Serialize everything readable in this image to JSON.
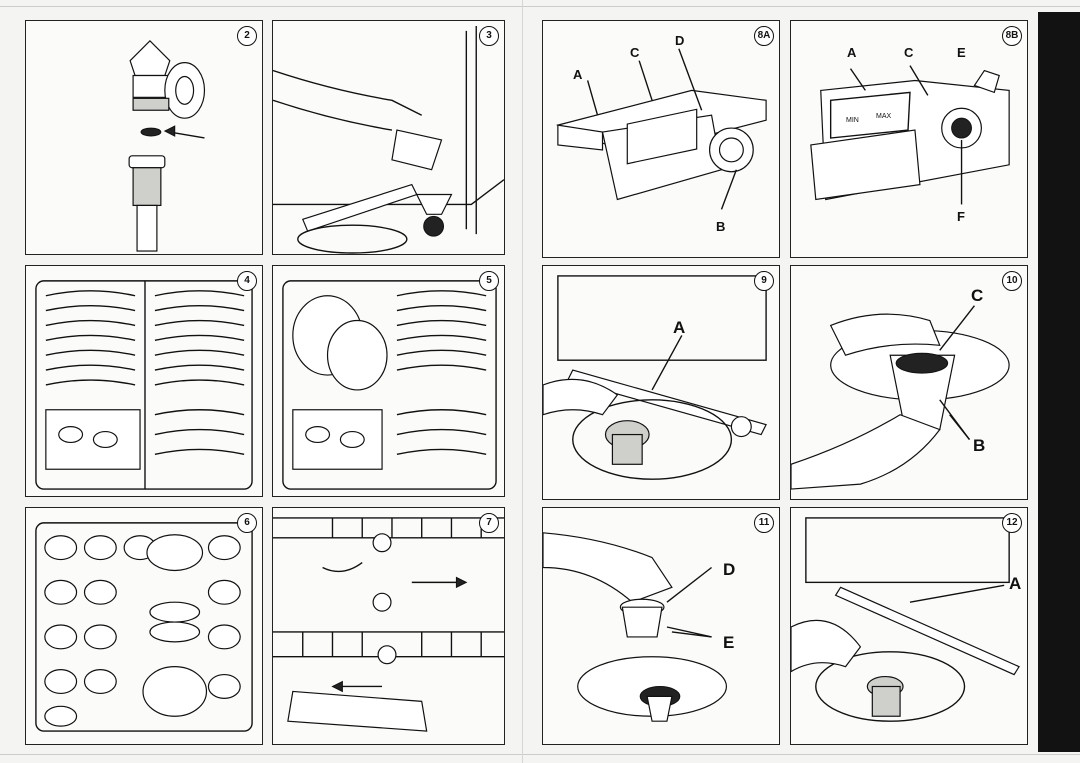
{
  "panels": {
    "p2": {
      "number": "2"
    },
    "p3": {
      "number": "3"
    },
    "p8a": {
      "number": "8A",
      "labels": {
        "a": "A",
        "b": "B",
        "c": "C",
        "d": "D"
      }
    },
    "p8b": {
      "number": "8B",
      "labels": {
        "a": "A",
        "c": "C",
        "e": "E",
        "f": "F"
      }
    },
    "p4": {
      "number": "4"
    },
    "p5": {
      "number": "5"
    },
    "p9": {
      "number": "9",
      "labels": {
        "a": "A"
      }
    },
    "p10": {
      "number": "10",
      "labels": {
        "b": "B",
        "c": "C"
      }
    },
    "p6": {
      "number": "6"
    },
    "p7": {
      "number": "7"
    },
    "p11": {
      "number": "11",
      "labels": {
        "d": "D",
        "e": "E"
      }
    },
    "p12": {
      "number": "12",
      "labels": {
        "a": "A"
      }
    }
  },
  "dispenser_marks": {
    "min": "MIN",
    "max": "MAX"
  }
}
